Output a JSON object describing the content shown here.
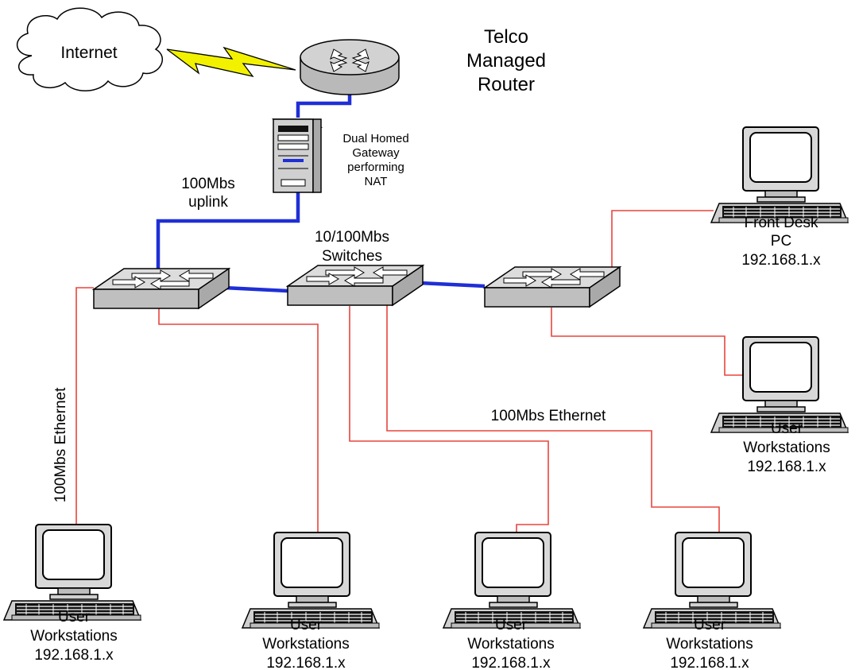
{
  "labels": {
    "internet": "Internet",
    "router": [
      "Telco",
      "Managed",
      "Router"
    ],
    "gateway": [
      "Dual Homed",
      "Gateway",
      "performing",
      "NAT"
    ],
    "uplink": [
      "100Mbs",
      "uplink"
    ],
    "switches": [
      "10/100Mbs",
      "Switches"
    ],
    "ethernet_vertical": "100Mbs Ethernet",
    "ethernet_horizontal": "100Mbs Ethernet"
  },
  "front_desk": {
    "lines": [
      "Front Desk",
      "PC",
      "192.168.1.x"
    ]
  },
  "workstations": [
    {
      "id": "right",
      "lines": [
        "User",
        "Workstations",
        "192.168.1.x"
      ]
    },
    {
      "id": "bottom-1",
      "lines": [
        "User",
        "Workstations",
        "192.168.1.x"
      ]
    },
    {
      "id": "bottom-2",
      "lines": [
        "User",
        "Workstations",
        "192.168.1.x"
      ]
    },
    {
      "id": "bottom-3",
      "lines": [
        "User",
        "Workstations",
        "192.168.1.x"
      ]
    },
    {
      "id": "bottom-4",
      "lines": [
        "User",
        "Workstations",
        "192.168.1.x"
      ]
    }
  ],
  "colors": {
    "uplink_cable": "#1f2fd6",
    "ethernet_cable": "#e8453c",
    "lightning": "#f2f200",
    "device_gray": "#cfcfcf"
  }
}
